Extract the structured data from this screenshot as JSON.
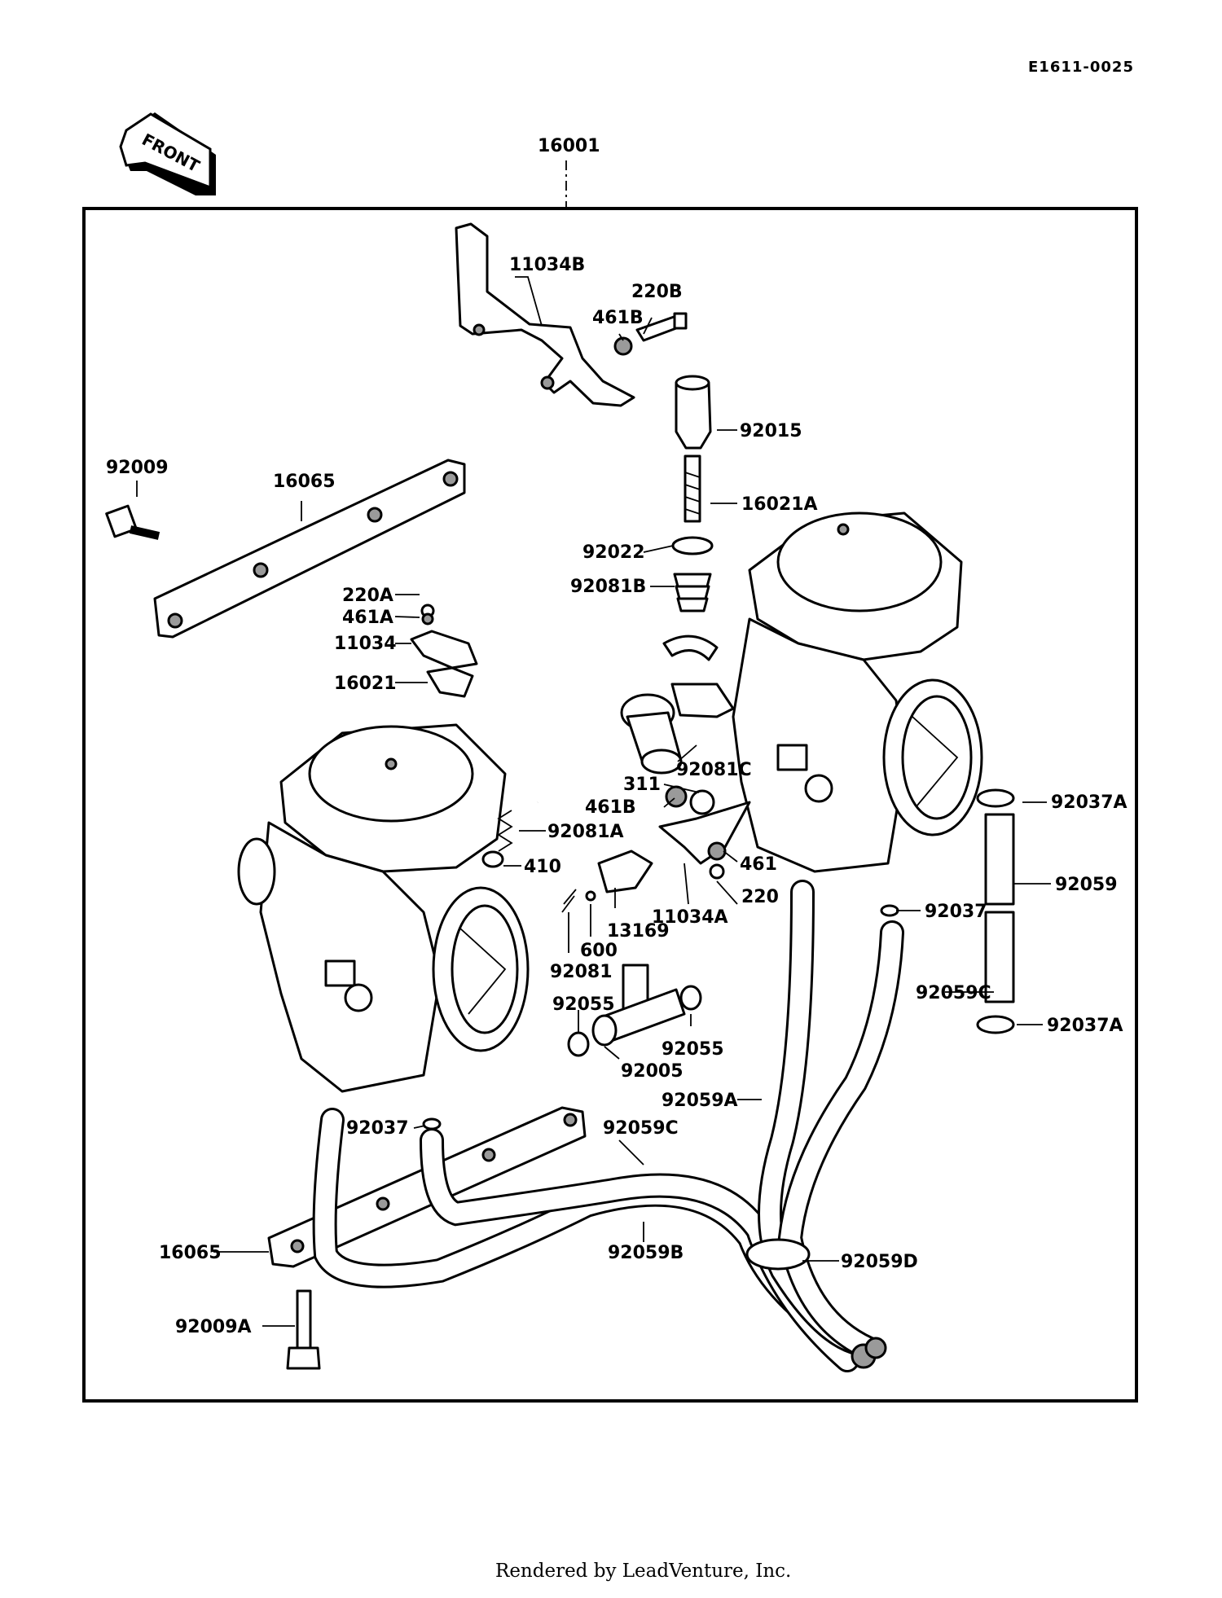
{
  "diagram": {
    "code": "E1611-0025",
    "front_label": "FRONT",
    "assembly_label": "16001",
    "footer": "Rendered by LeadVenture, Inc.",
    "parts": [
      {
        "key": "p11034B",
        "label": "11034B"
      },
      {
        "key": "p220B",
        "label": "220B"
      },
      {
        "key": "p461B_top",
        "label": "461B"
      },
      {
        "key": "p92015",
        "label": "92015"
      },
      {
        "key": "p92009",
        "label": "92009"
      },
      {
        "key": "p16065_top",
        "label": "16065"
      },
      {
        "key": "p16021A",
        "label": "16021A"
      },
      {
        "key": "p92022",
        "label": "92022"
      },
      {
        "key": "p92081B",
        "label": "92081B"
      },
      {
        "key": "p220A",
        "label": "220A"
      },
      {
        "key": "p461A",
        "label": "461A"
      },
      {
        "key": "p11034",
        "label": "11034"
      },
      {
        "key": "p16021",
        "label": "16021"
      },
      {
        "key": "p92081C",
        "label": "92081C"
      },
      {
        "key": "p311",
        "label": "311"
      },
      {
        "key": "p461B_mid",
        "label": "461B"
      },
      {
        "key": "p92037A_top",
        "label": "92037A"
      },
      {
        "key": "p92081A",
        "label": "92081A"
      },
      {
        "key": "p410",
        "label": "410"
      },
      {
        "key": "p461",
        "label": "461"
      },
      {
        "key": "p92059",
        "label": "92059"
      },
      {
        "key": "p220",
        "label": "220"
      },
      {
        "key": "p11034A",
        "label": "11034A"
      },
      {
        "key": "p92037_right",
        "label": "92037"
      },
      {
        "key": "p13169",
        "label": "13169"
      },
      {
        "key": "p600",
        "label": "600"
      },
      {
        "key": "p92081",
        "label": "92081"
      },
      {
        "key": "p92059C_right",
        "label": "92059C"
      },
      {
        "key": "p92055_left",
        "label": "92055"
      },
      {
        "key": "p92037A_bot",
        "label": "92037A"
      },
      {
        "key": "p92055_right",
        "label": "92055"
      },
      {
        "key": "p92005",
        "label": "92005"
      },
      {
        "key": "p92059A",
        "label": "92059A"
      },
      {
        "key": "p92037_left",
        "label": "92037"
      },
      {
        "key": "p92059C_bot",
        "label": "92059C"
      },
      {
        "key": "p16065_bot",
        "label": "16065"
      },
      {
        "key": "p92059B",
        "label": "92059B"
      },
      {
        "key": "p92059D",
        "label": "92059D"
      },
      {
        "key": "p92009A",
        "label": "92009A"
      }
    ]
  }
}
